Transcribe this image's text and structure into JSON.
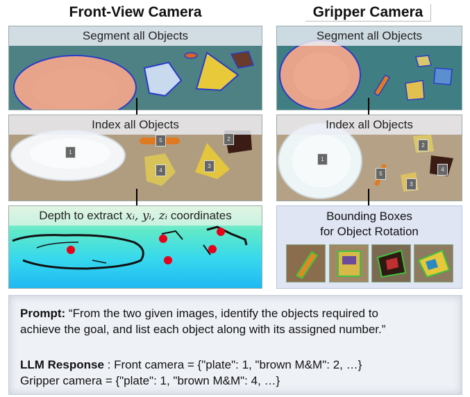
{
  "columns": {
    "front_title": "Front-View Camera",
    "gripper_title": "Gripper Camera"
  },
  "front": {
    "step1": "Segment all Objects",
    "step2": "Index all Objects",
    "step3": "Depth to extract",
    "step3_vars": "xᵢ, yᵢ, zᵢ",
    "step3_tail": "coordinates",
    "tags": [
      "1",
      "5",
      "2",
      "4",
      "3"
    ]
  },
  "gripper": {
    "step1": "Segment all Objects",
    "step2": "Index all Objects",
    "step3_line1": "Bounding Boxes",
    "step3_line2": "for Object Rotation",
    "tags": [
      "1",
      "2",
      "5",
      "4",
      "3"
    ]
  },
  "prompt": {
    "prompt_label": "Prompt:",
    "prompt_text": "“From the two given images, identify the objects required to",
    "prompt_text2": "achieve the goal, and list each object along with its assigned number.”",
    "response_label": "LLM Response",
    "response_text": " : Front camera = {\"plate\": 1, \"brown M&M\": 2, …}",
    "response_text2": "Gripper camera = {\"plate\": 1, \"brown M&M\": 4, …}"
  },
  "colors": {
    "depth_dot": "#e8001a",
    "segment_outline": "#2a3cc8",
    "bbox_outline": "#3ec23e"
  }
}
